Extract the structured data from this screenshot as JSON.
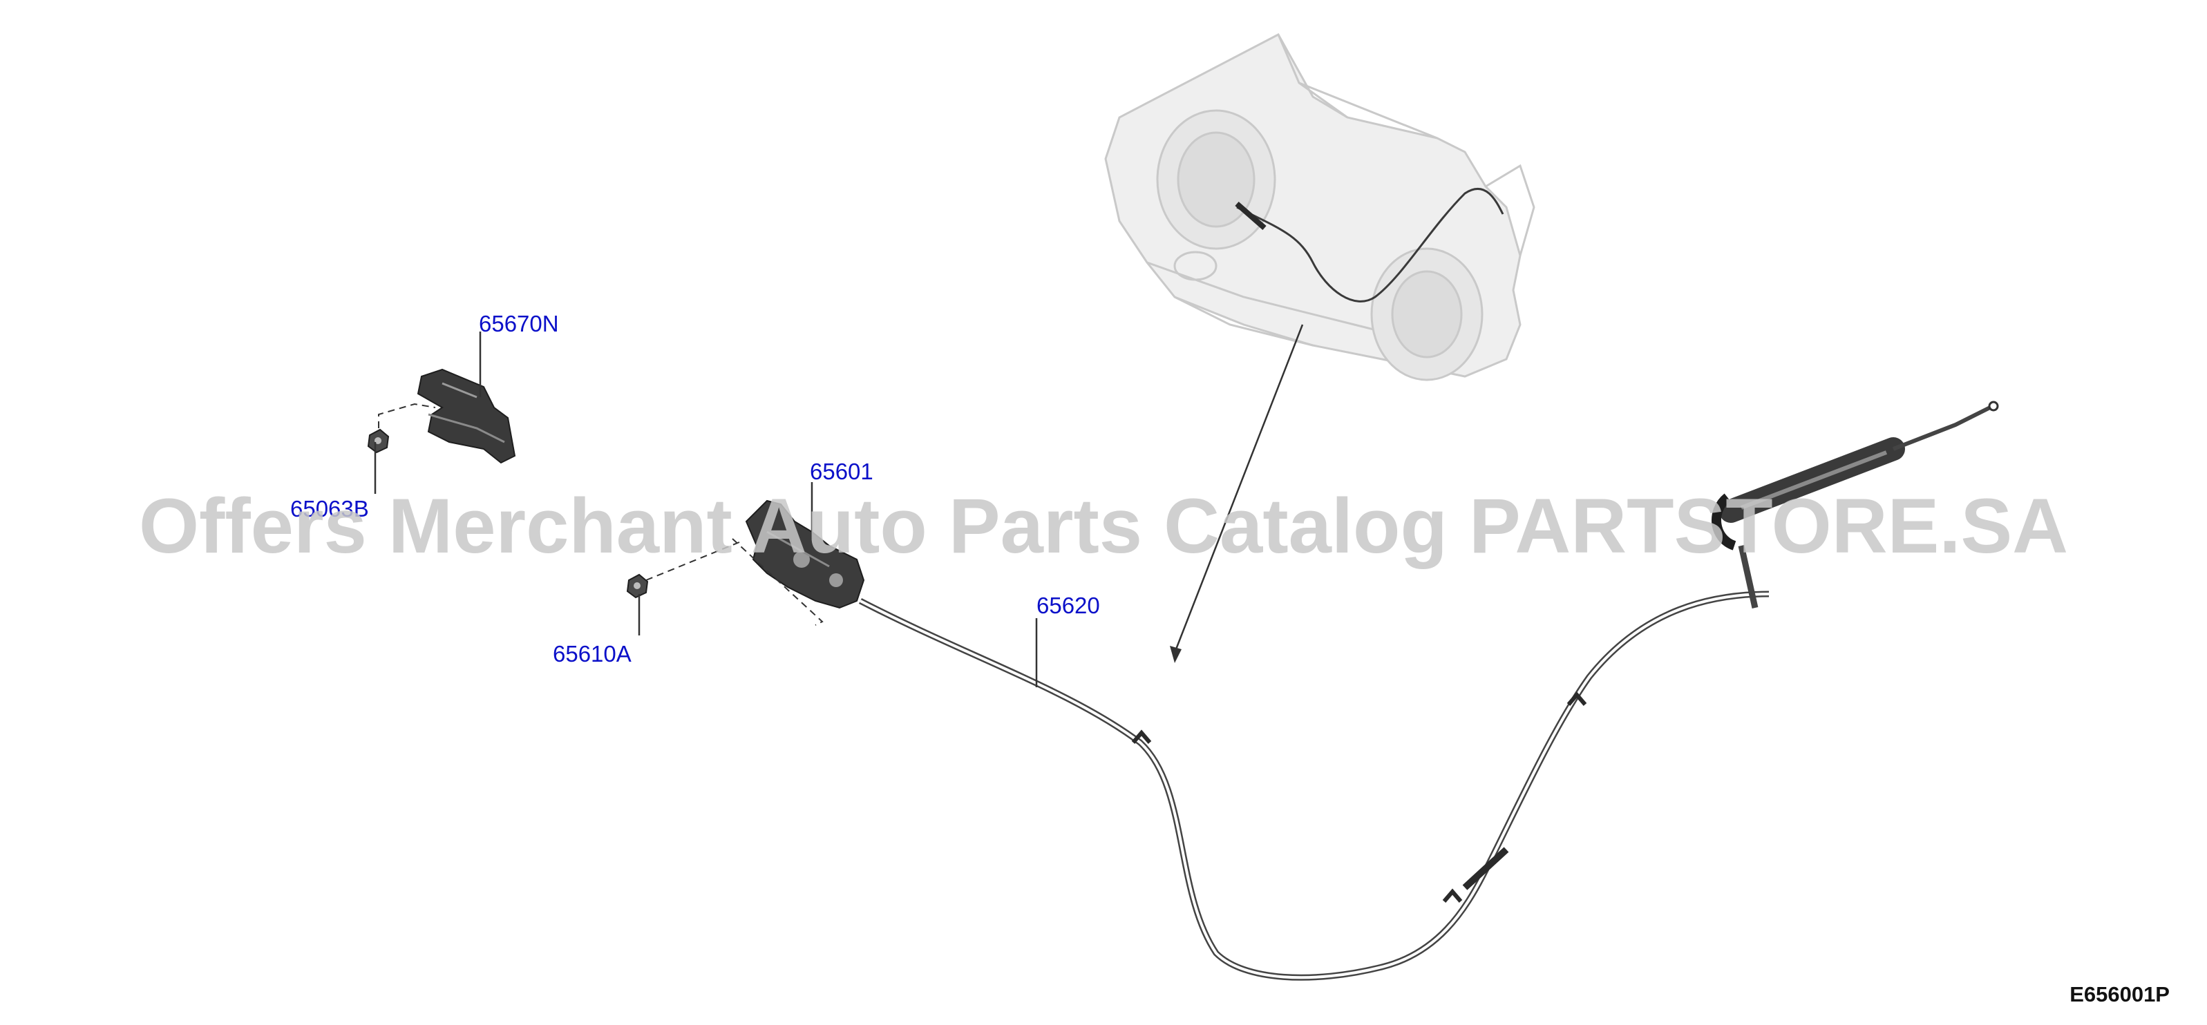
{
  "diagram": {
    "figure_id": "E656001P",
    "parts": [
      {
        "id": "65670N",
        "description": "hood-latch-striker"
      },
      {
        "id": "65063B",
        "description": "nut"
      },
      {
        "id": "65601",
        "description": "hood-lock"
      },
      {
        "id": "65610A",
        "description": "nut"
      },
      {
        "id": "65620",
        "description": "hood-release-cable"
      }
    ],
    "watermark": "Offers Merchant Auto Parts Catalog PARTSTORE.SA"
  },
  "colors": {
    "callout": "#0b10c9",
    "line": "#333333",
    "part_dark": "#2e2e2e",
    "vehicle_ghost": "#cfcfcf",
    "watermark": "#c8c8c8"
  },
  "icons": {
    "vehicle": "vehicle-front-icon",
    "striker": "hood-striker-icon",
    "lock": "hood-lock-icon",
    "nut": "nut-icon",
    "cable": "release-cable-icon"
  }
}
